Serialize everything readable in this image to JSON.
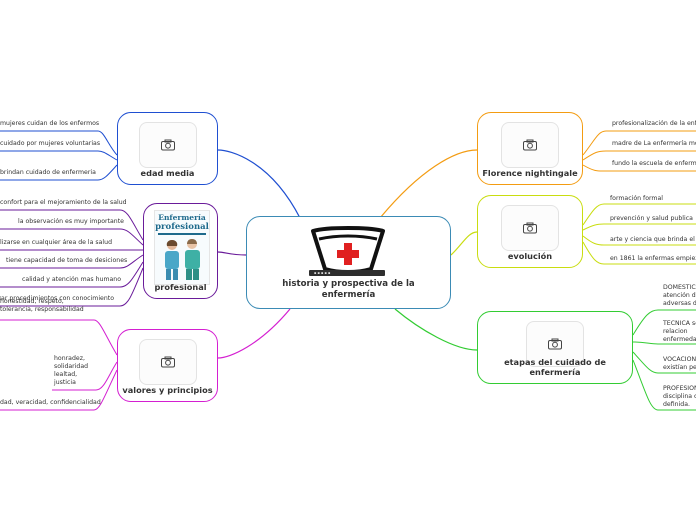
{
  "root": {
    "title": "historia y prospectiva de la enfermería"
  },
  "branches": {
    "edad_media": {
      "title": "edad media",
      "color": "#1f4fd1",
      "items": [
        "mujeres cuidan de los enfermos",
        "cuidado por mujeres voluntarias",
        "brindan cuidado de enfermeria"
      ]
    },
    "profesional": {
      "title": "profesional",
      "color": "#6a1b9a",
      "image_text": {
        "line1": "Enfermería",
        "line2": "profesional"
      },
      "items": [
        "confort para el mejoramiento de la salud",
        "la observación es muy importante",
        "especializarse en cualquier área de la salud",
        "tiene capacidad de toma de desiciones",
        "calidad y atención mas humano",
        "realizar procedimientos con conocimiento"
      ]
    },
    "valores": {
      "title": "valores y principios",
      "color": "#d41fd1",
      "items": [
        "honestidad, respeto, tolerancia, responsabilidad",
        "honradez, solidaridad lealtad, justicia",
        "dad, veracidad, confidencialidad"
      ]
    },
    "florence": {
      "title": "Florence nightingale",
      "color": "#f39c12",
      "items": [
        "profesionalización de la enfer",
        "madre de La enfermería mode",
        "fundo la escuela de enfermeri"
      ]
    },
    "evolucion": {
      "title": "evolución",
      "color": "#c9dd10",
      "items": [
        "formación formal",
        "prevención y salud publica",
        "arte y ciencia que brinda el cui",
        "en 1861 la enfermas empieza"
      ]
    },
    "etapas": {
      "title": "etapas del cuidado de enfermería",
      "color": "#33cc33",
      "items": [
        "DOMESTICA atención de adversas de",
        "TECNICA se relacion enfermeda",
        "VOCACIONA existían per",
        "PROFESION disciplina co definida."
      ]
    }
  },
  "colors": {
    "root_border": "#3b8bb5",
    "cross": "#e02020"
  },
  "icons": {
    "placeholder": "camera-icon",
    "root": "nurse-cap-icon"
  }
}
